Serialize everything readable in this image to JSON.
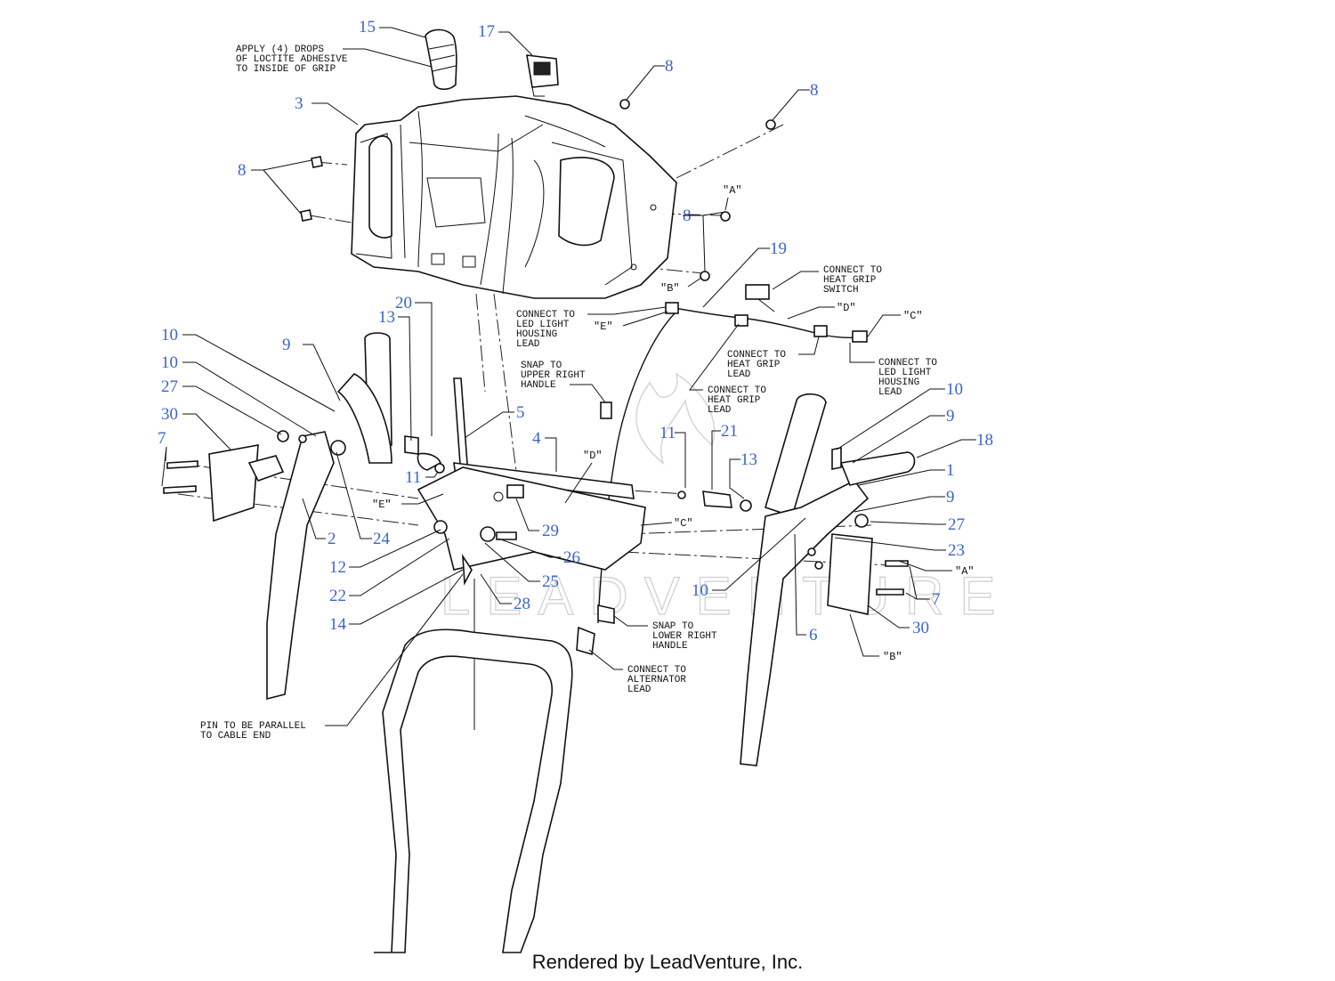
{
  "callouts": [
    {
      "id": "c15",
      "label": "15"
    },
    {
      "id": "c17",
      "label": "17"
    },
    {
      "id": "c8a",
      "label": "8"
    },
    {
      "id": "c8b",
      "label": "8"
    },
    {
      "id": "c3",
      "label": "3"
    },
    {
      "id": "c8c",
      "label": "8"
    },
    {
      "id": "c8d",
      "label": "8"
    },
    {
      "id": "c19",
      "label": "19"
    },
    {
      "id": "c20",
      "label": "20"
    },
    {
      "id": "c13a",
      "label": "13"
    },
    {
      "id": "c10a",
      "label": "10"
    },
    {
      "id": "c9a",
      "label": "9"
    },
    {
      "id": "c10b",
      "label": "10"
    },
    {
      "id": "c27a",
      "label": "27"
    },
    {
      "id": "c30a",
      "label": "30"
    },
    {
      "id": "c7a",
      "label": "7"
    },
    {
      "id": "c5",
      "label": "5"
    },
    {
      "id": "c4",
      "label": "4"
    },
    {
      "id": "c11a",
      "label": "11"
    },
    {
      "id": "c11b",
      "label": "11"
    },
    {
      "id": "c21",
      "label": "21"
    },
    {
      "id": "c13b",
      "label": "13"
    },
    {
      "id": "c10c",
      "label": "10"
    },
    {
      "id": "c9b",
      "label": "9"
    },
    {
      "id": "c18",
      "label": "18"
    },
    {
      "id": "c1",
      "label": "1"
    },
    {
      "id": "c9c",
      "label": "9"
    },
    {
      "id": "c27b",
      "label": "27"
    },
    {
      "id": "c23",
      "label": "23"
    },
    {
      "id": "c7b",
      "label": "7"
    },
    {
      "id": "c30b",
      "label": "30"
    },
    {
      "id": "c6",
      "label": "6"
    },
    {
      "id": "c10d",
      "label": "10"
    },
    {
      "id": "c2",
      "label": "2"
    },
    {
      "id": "c24",
      "label": "24"
    },
    {
      "id": "c29",
      "label": "29"
    },
    {
      "id": "c26",
      "label": "26"
    },
    {
      "id": "c12",
      "label": "12"
    },
    {
      "id": "c22",
      "label": "22"
    },
    {
      "id": "c25",
      "label": "25"
    },
    {
      "id": "c28",
      "label": "28"
    },
    {
      "id": "c14",
      "label": "14"
    }
  ],
  "notes": {
    "loctite": [
      "APPLY (4) DROPS",
      "OF LOCTITE ADHESIVE",
      "TO INSIDE OF GRIP"
    ],
    "heat_grip_switch": [
      "CONNECT TO",
      "HEAT GRIP",
      "SWITCH"
    ],
    "led_left": [
      "CONNECT TO",
      "LED LIGHT",
      "HOUSING",
      "LEAD"
    ],
    "heat_grip_1": [
      "CONNECT TO",
      "HEAT GRIP",
      "LEAD"
    ],
    "heat_grip_2": [
      "CONNECT TO",
      "HEAT GRIP",
      "LEAD"
    ],
    "led_right": [
      "CONNECT TO",
      "LED LIGHT",
      "HOUSING",
      "LEAD"
    ],
    "snap_upper": [
      "SNAP TO",
      "UPPER RIGHT",
      "HANDLE"
    ],
    "snap_lower": [
      "SNAP TO",
      "LOWER RIGHT",
      "HANDLE"
    ],
    "alternator": [
      "CONNECT TO",
      "ALTERNATOR",
      "LEAD"
    ],
    "pin": [
      "PIN TO BE PARALLEL",
      "TO CABLE END"
    ]
  },
  "refs": {
    "A1": "\"A\"",
    "B1": "\"B\"",
    "C1": "\"C\"",
    "D1": "\"D\"",
    "E1": "\"E\"",
    "D2": "\"D\"",
    "E2": "\"E\"",
    "C2": "\"C\"",
    "A2": "\"A\"",
    "B2": "\"B\""
  },
  "watermark": "LEADVENTURE",
  "footer": "Rendered by LeadVenture, Inc."
}
